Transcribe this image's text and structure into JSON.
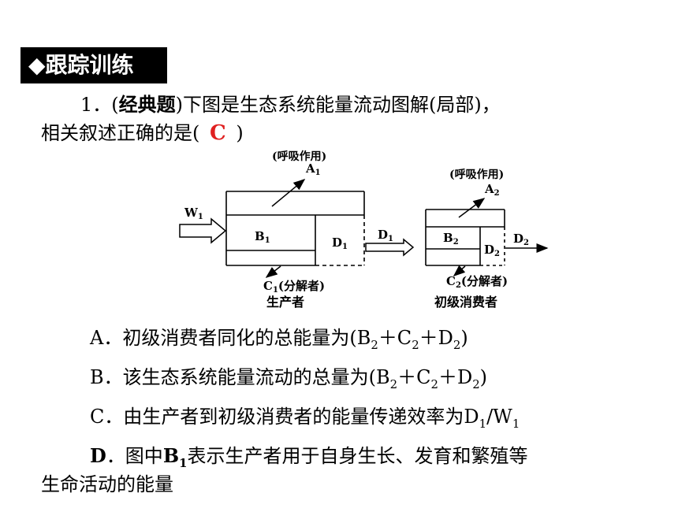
{
  "section": {
    "label": "◆跟踪训练"
  },
  "question": {
    "number": "1．",
    "open_paren": "(",
    "tag": "经典题",
    "close_paren": ")",
    "stem_1": "下图是生态系统能量流动图解(局部)，",
    "stem_2a": "相关叙述正确的是(",
    "answer": "C",
    "stem_2b": ")"
  },
  "diagram": {
    "producer": {
      "respiration": "(呼吸作用)",
      "a_main": "A",
      "a_sub": "1",
      "w_main": "W",
      "w_sub": "1",
      "b_main": "B",
      "b_sub": "1",
      "d_main": "D",
      "d_sub": "1",
      "flow_main": "D",
      "flow_sub": "1",
      "c_main": "C",
      "c_sub": "1",
      "c_text": "(分解者)",
      "label": "生产者"
    },
    "consumer": {
      "respiration": "(呼吸作用)",
      "a_main": "A",
      "a_sub": "2",
      "b_main": "B",
      "b_sub": "2",
      "d_main": "D",
      "d_sub": "2",
      "flow_main": "D",
      "flow_sub": "2",
      "c_main": "C",
      "c_sub": "2",
      "c_text": "(分解者)",
      "label": "初级消费者"
    }
  },
  "options": {
    "a": {
      "p1": "A．初级消费者同化的总能量为(B",
      "s1": "2",
      "p2": "＋C",
      "s2": "2",
      "p3": "＋D",
      "s3": "2",
      "p4": ")"
    },
    "b": {
      "p1": "B．该生态系统能量流动的总量为(B",
      "s1": "2",
      "p2": "＋C",
      "s2": "2",
      "p3": "＋D",
      "s3": "2",
      "p4": ")"
    },
    "c": {
      "p1": "C．由生产者到初级消费者的能量传递效率为D",
      "s1": "1",
      "p2": "/W",
      "s2": "1"
    },
    "d": {
      "letter": "D",
      "p1": "．图中",
      "b_main": "B",
      "b_sub": "1",
      "p2": "表示生产者用于自身生长、发育和繁殖等",
      "line2": "生命活动的能量"
    }
  }
}
